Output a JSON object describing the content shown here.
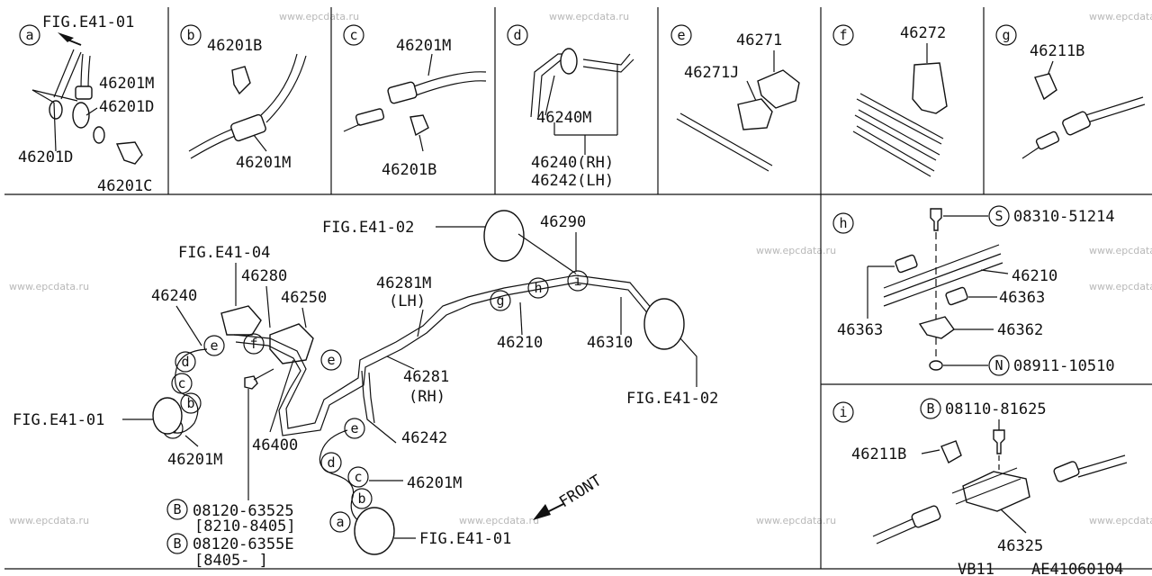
{
  "watermark": "www.epcdata.ru",
  "footer": {
    "model": "VB11",
    "figure_code": "AE41060104"
  },
  "panels": {
    "a": {
      "letter": "a",
      "fig_ref": "FIG.E41-01",
      "labels": [
        "46201M",
        "46201D",
        "46201D",
        "46201C"
      ]
    },
    "b": {
      "letter": "b",
      "labels": [
        "46201B",
        "46201M"
      ]
    },
    "c": {
      "letter": "c",
      "labels": [
        "46201M",
        "46201B"
      ]
    },
    "d": {
      "letter": "d",
      "labels": [
        "46240M",
        "46240(RH)",
        "46242(LH)"
      ]
    },
    "e": {
      "letter": "e",
      "labels": [
        "46271",
        "46271J"
      ]
    },
    "f": {
      "letter": "f",
      "labels": [
        "46272"
      ]
    },
    "g": {
      "letter": "g",
      "labels": [
        "46211B"
      ]
    },
    "h": {
      "letter": "h",
      "labels": [
        "08310-51214",
        "46210",
        "46363",
        "46363",
        "46362",
        "08911-10510"
      ],
      "symbols": [
        "S",
        "N"
      ]
    },
    "i": {
      "letter": "i",
      "labels": [
        "08110-81625",
        "46211B",
        "46325"
      ],
      "symbols": [
        "B"
      ]
    }
  },
  "main": {
    "fig_refs": [
      "FIG.E41-02",
      "FIG.E41-04",
      "FIG.E41-01",
      "FIG.E41-02",
      "FIG.E41-01"
    ],
    "labels": {
      "p46290": "46290",
      "p46280": "46280",
      "p46240": "46240",
      "p46250": "46250",
      "p46281M": "46281M",
      "lh": "(LH)",
      "p46210": "46210",
      "p46310": "46310",
      "p46281": "46281",
      "rh": "(RH)",
      "p46400": "46400",
      "p46242": "46242",
      "p46201M_a": "46201M",
      "p46201M_b": "46201M",
      "bolt1": "08120-63525",
      "bolt1_range": "[8210-8405]",
      "bolt2": "08120-6355E",
      "bolt2_range": "[8405-     ]",
      "front": "FRONT"
    },
    "symbols": {
      "b1": "B",
      "b2": "B"
    },
    "callouts": [
      "e",
      "f",
      "d",
      "c",
      "b",
      "a",
      "e",
      "e",
      "d",
      "c",
      "b",
      "a",
      "g",
      "h",
      "i"
    ]
  }
}
